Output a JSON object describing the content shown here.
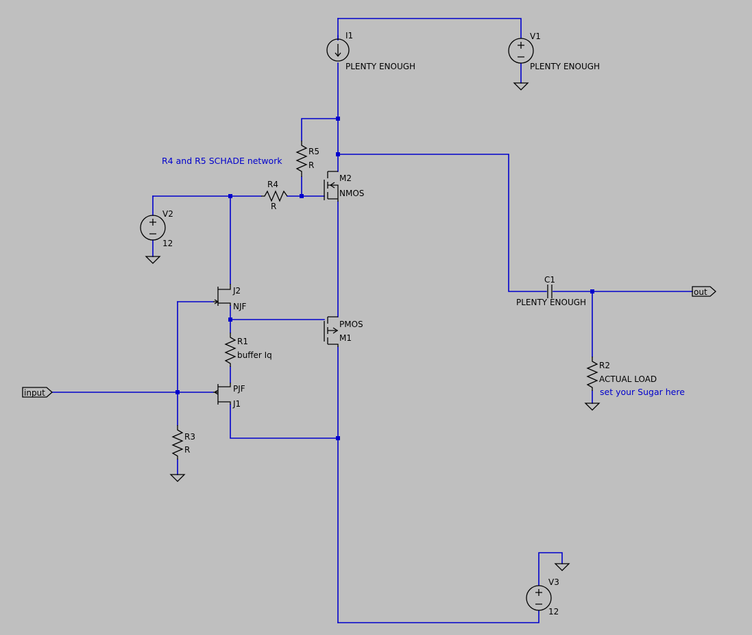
{
  "comment": "R4 and R5 SCHADE network",
  "components": {
    "I1": {
      "name": "I1",
      "value": "PLENTY ENOUGH"
    },
    "V1": {
      "name": "V1",
      "value": "PLENTY ENOUGH"
    },
    "V2": {
      "name": "V2",
      "value": "12"
    },
    "V3": {
      "name": "V3",
      "value": "12"
    },
    "R1": {
      "name": "R1",
      "value": "buffer Iq"
    },
    "R2": {
      "name": "R2",
      "value": "ACTUAL LOAD",
      "note": "set your Sugar here"
    },
    "R3": {
      "name": "R3",
      "value": "R"
    },
    "R4": {
      "name": "R4",
      "value": "R"
    },
    "R5": {
      "name": "R5",
      "value": "R"
    },
    "C1": {
      "name": "C1",
      "value": "PLENTY ENOUGH"
    },
    "M1": {
      "name": "M1",
      "model": "PMOS"
    },
    "M2": {
      "name": "M2",
      "model": "NMOS"
    },
    "J1": {
      "name": "J1",
      "model": "PJF"
    },
    "J2": {
      "name": "J2",
      "model": "NJF"
    }
  },
  "ports": {
    "input": "input",
    "out": "out"
  },
  "colors": {
    "background": "#bfbfbf",
    "wire": "#0000cc",
    "symbol": "#000000",
    "note": "#0000cc"
  }
}
